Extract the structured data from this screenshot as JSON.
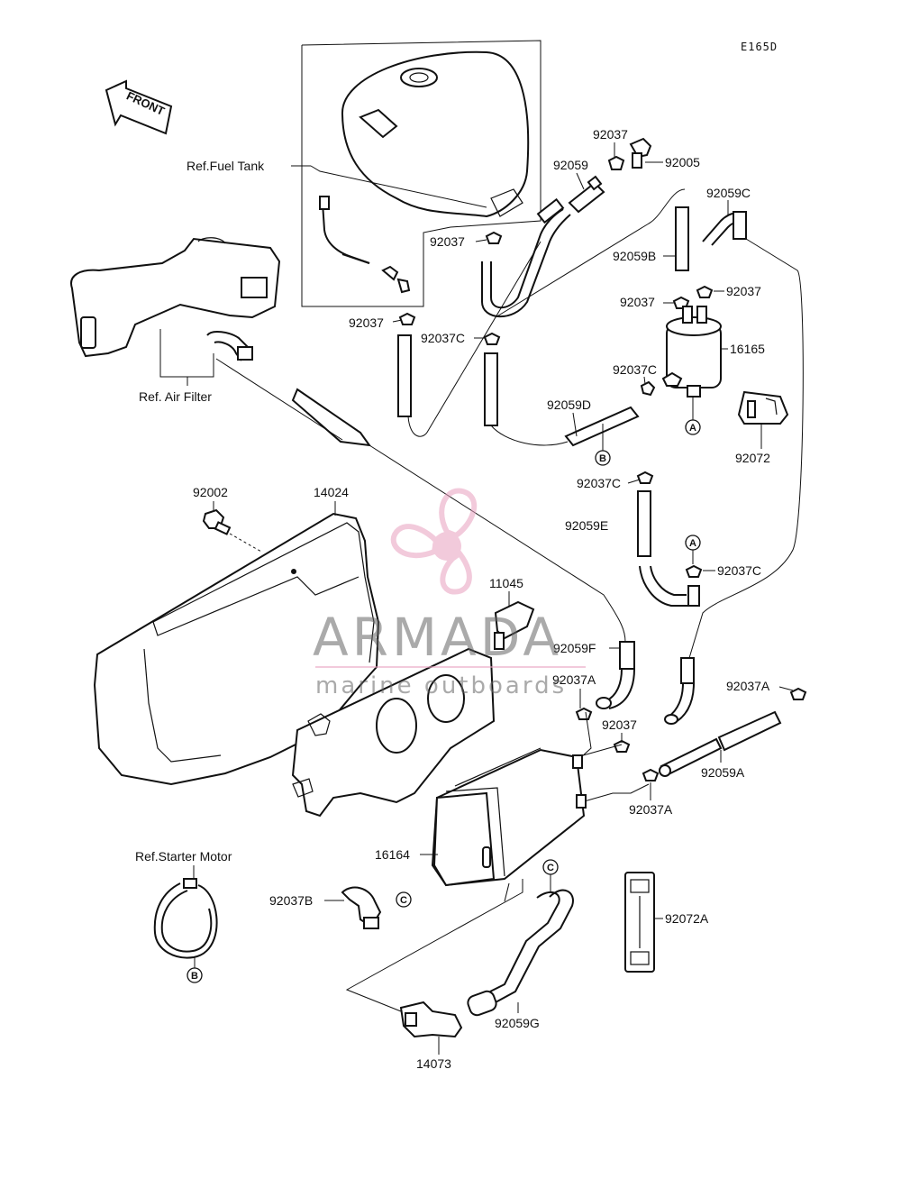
{
  "diagram_code": "E165D",
  "front_label": "FRONT",
  "refs": {
    "fuel_tank": "Ref.Fuel Tank",
    "air_filter": "Ref. Air Filter",
    "starter_motor": "Ref.Starter Motor"
  },
  "markers": {
    "a": "A",
    "b": "B",
    "c": "C"
  },
  "parts": {
    "p92037_top": "92037",
    "p92005": "92005",
    "p92059": "92059",
    "p92059C": "92059C",
    "p92037_tank": "92037",
    "p92059B": "92059B",
    "p92037_left": "92037",
    "p92037_right": "92037",
    "p92037_bottom_tank": "92037",
    "p92037C_mid": "92037C",
    "p16165": "16165",
    "p92037C_filter": "92037C",
    "p92059D": "92059D",
    "p92072": "92072",
    "p92037C_e": "92037C",
    "p92059E": "92059E",
    "p92037C_lower": "92037C",
    "p92002": "92002",
    "p14024": "14024",
    "p11045": "11045",
    "p92059F": "92059F",
    "p92037A_mid": "92037A",
    "p92037A_right": "92037A",
    "p92037_low": "92037",
    "p92059A": "92059A",
    "p92037A_low": "92037A",
    "p16164": "16164",
    "p92037B": "92037B",
    "p92072A": "92072A",
    "p92059G": "92059G",
    "p14073": "14073"
  },
  "watermark": {
    "brand": "ARMADA",
    "tagline": "marine outboards",
    "color": "#e8a0bf"
  }
}
